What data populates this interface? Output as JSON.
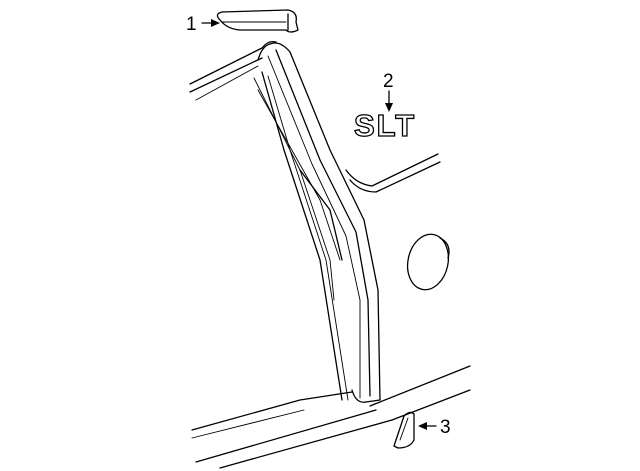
{
  "callouts": {
    "c1": {
      "number": "1"
    },
    "c2": {
      "number": "2"
    },
    "c3": {
      "number": "3"
    }
  },
  "badge": {
    "text": "SLT"
  }
}
